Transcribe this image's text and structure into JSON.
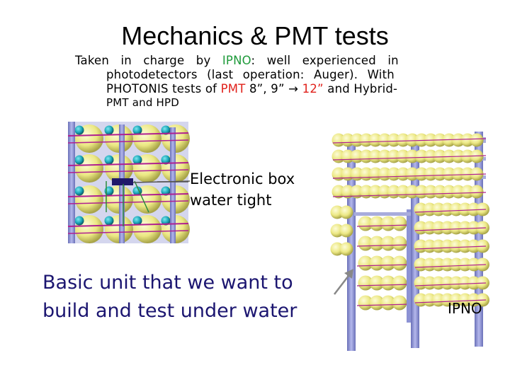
{
  "slide": {
    "title": "Mechanics & PMT tests",
    "intro": {
      "line1_a": "Taken in charge by ",
      "line1_ipno": "IPNO",
      "line1_b": ": well experienced in",
      "line2": "photodetectors (last operation: Auger). With",
      "line3_a": "PHOTONIS tests of ",
      "line3_pmt": "PMT",
      "line3_b": " 8”, 9” ",
      "line3_arrow": "→",
      "line3_12": "12”",
      "line3_c": " and Hybrid-",
      "line4": "PMT and HPD"
    },
    "electronic_label": {
      "line1": "Electronic box",
      "line2": "water tight"
    },
    "basic_unit": {
      "line1": "Basic unit that we want to",
      "line2": "build and test under water"
    },
    "ipno_caption": "IPNO"
  },
  "colors": {
    "ipno_green": "#1e9a3a",
    "highlight_red": "#e0201a",
    "basic_text": "#1b1570",
    "sphere_yellow": "#eeea88",
    "pmt_cyan": "#1aa8b8",
    "frame_blue": "#8c92d4",
    "cable_purple": "#b02090"
  }
}
